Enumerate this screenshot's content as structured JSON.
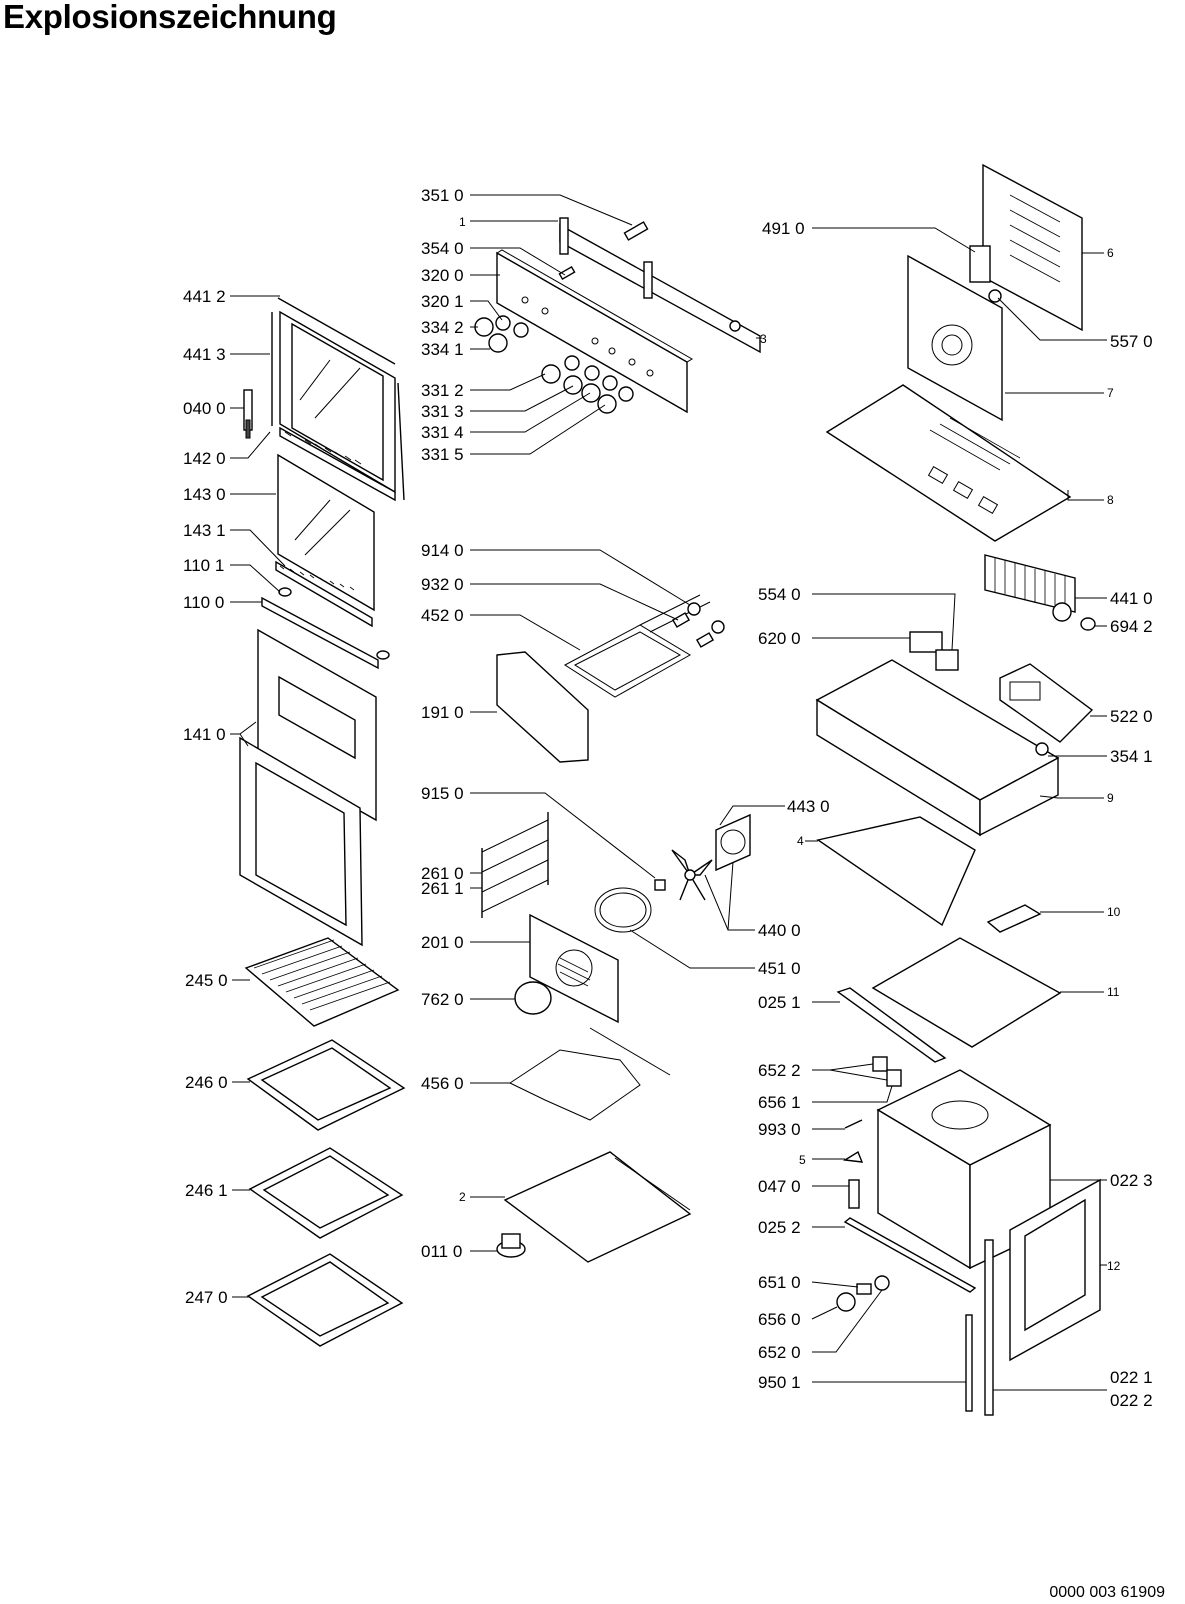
{
  "title": "Explosionszeichnung",
  "document_number": "0000 003 61909",
  "labels": {
    "l3510": "351 0",
    "l1": "1",
    "l3540": "354 0",
    "l3200": "320 0",
    "l3201": "320 1",
    "l3342": "334 2",
    "l3341": "334 1",
    "l3312": "331 2",
    "l3313": "331 3",
    "l3314": "331 4",
    "l3315": "331 5",
    "l3": "3",
    "l4910": "491 0",
    "l6": "6",
    "l5570": "557 0",
    "l7": "7",
    "l8": "8",
    "l4412": "441 2",
    "l4413": "441 3",
    "l0400": "040 0",
    "l1420": "142 0",
    "l1430": "143 0",
    "l1431": "143 1",
    "l1101": "110 1",
    "l1100": "110 0",
    "l1410": "141 0",
    "l9140": "914 0",
    "l9320": "932 0",
    "l4520": "452 0",
    "l1910": "191 0",
    "l9150": "915 0",
    "l2610": "261 0",
    "l2611": "261 1",
    "l2010": "201 0",
    "l7620": "762 0",
    "l4560": "456 0",
    "l2": "2",
    "l0110": "011 0",
    "l4430": "443 0",
    "l4400": "440 0",
    "l4510": "451 0",
    "l5540": "554 0",
    "l6200": "620 0",
    "l4410": "441 0",
    "l6942": "694 2",
    "l5220": "522 0",
    "l3541": "354 1",
    "l9": "9",
    "l4": "4",
    "l10": "10",
    "l11": "11",
    "l0251": "025 1",
    "l6522": "652 2",
    "l6561": "656 1",
    "l9930": "993 0",
    "l5": "5",
    "l0470": "047 0",
    "l0223": "022 3",
    "l0252": "025 2",
    "l12": "12",
    "l6510": "651 0",
    "l6560": "656 0",
    "l6520": "652 0",
    "l9501": "950 1",
    "l0221": "022 1",
    "l0222": "022 2",
    "l2450": "245 0",
    "l2460": "246 0",
    "l2461": "246 1",
    "l2470": "247 0"
  }
}
